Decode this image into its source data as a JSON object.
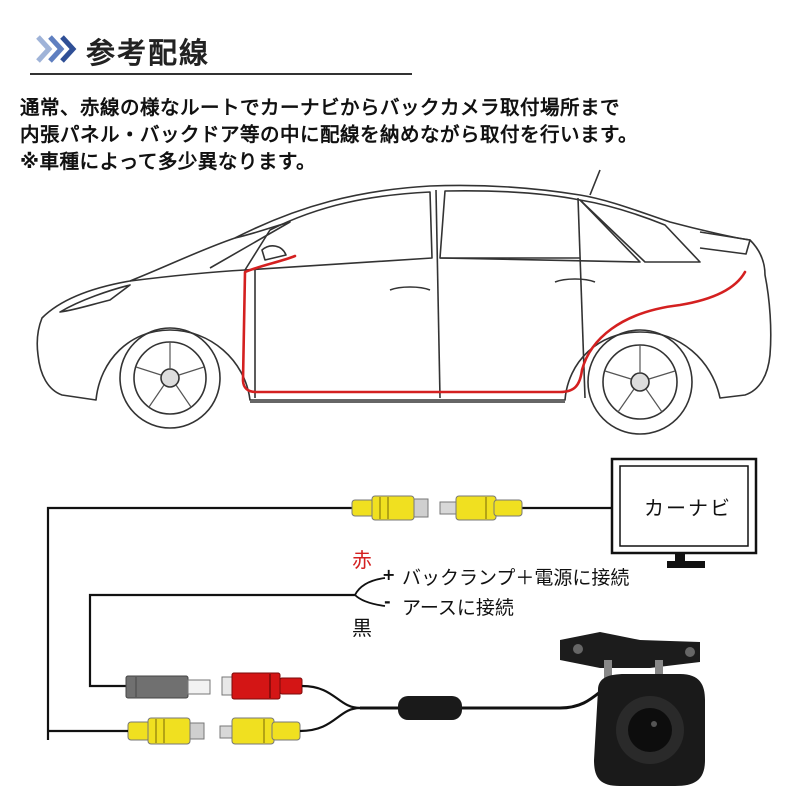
{
  "header": {
    "title": "参考配線"
  },
  "description": {
    "lines": [
      "通常、赤線の様なルートでカーナビからバックカメラ取付場所まで",
      "内張パネル・バックドア等の中に配線を納めながら取付を行います。",
      "※車種によって多少異なります。"
    ]
  },
  "wiring": {
    "monitor_label": "カーナビ",
    "red_wire_label": "赤",
    "black_wire_label": "黒",
    "plus_sign": "+",
    "minus_sign": "-",
    "plus_desc": "バックランプ＋電源に接続",
    "minus_desc": "アースに接続"
  },
  "colors": {
    "route_red": "#d42020",
    "rca_yellow": "#f0e020",
    "power_red": "#d41515",
    "ground_gray": "#707070",
    "accent_blue": "#3a5bb0"
  }
}
